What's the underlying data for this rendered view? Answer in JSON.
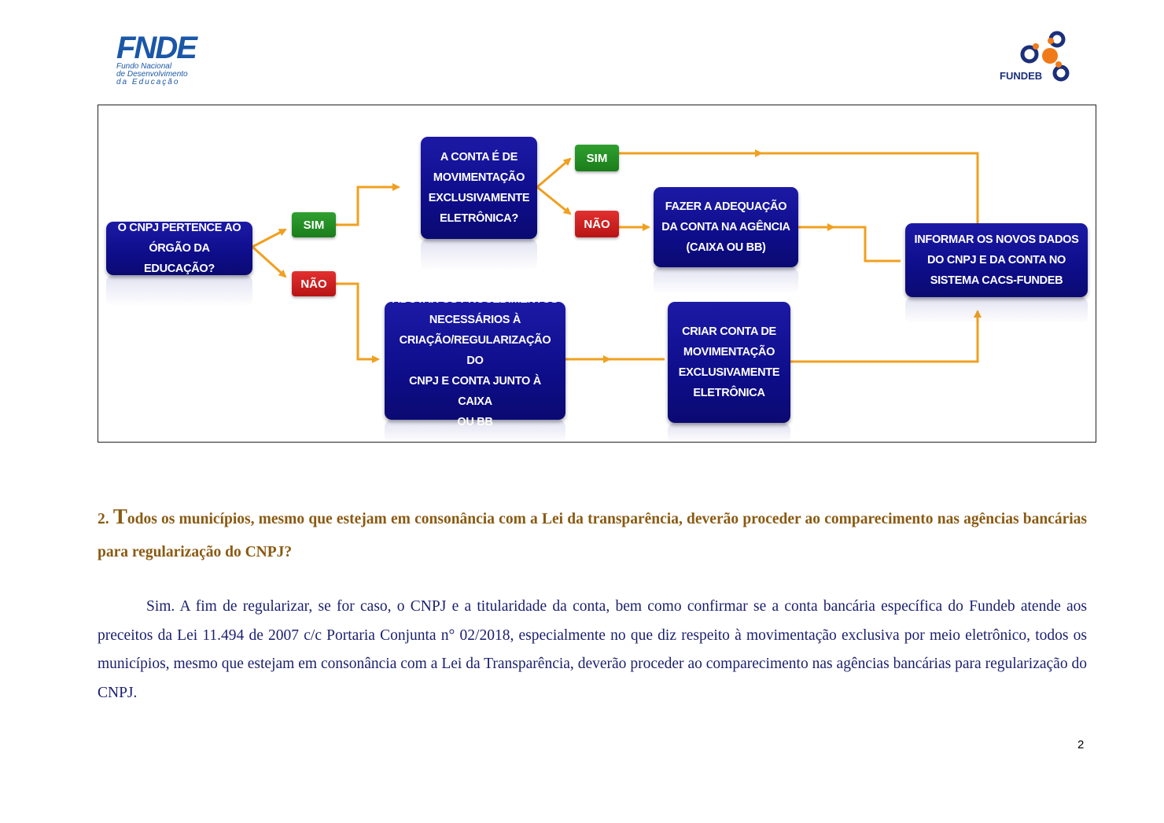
{
  "header": {
    "fnde_logo": {
      "mark": "FNDE",
      "subtitle": [
        "Fundo Nacional",
        "de Desenvolvimento",
        "da  Educação"
      ]
    },
    "fundeb_logo": {
      "text": "FUNDEB"
    }
  },
  "flowchart": {
    "colors": {
      "box": "#0e0d8a",
      "sim": "#1f8a1f",
      "nao": "#c81d1d",
      "arrow": "#f0a020"
    },
    "boxes": {
      "start": "O CNPJ PERTENCE AO\nÓRGÃO DA EDUCAÇÃO?",
      "electronic": "A CONTA É DE\nMOVIMENTAÇÃO\nEXCLUSIVAMENTE\nELETRÔNICA?",
      "adequacao": "FAZER A ADEQUAÇÃO\nDA CONTA NA AGÊNCIA\n(CAIXA OU BB)",
      "informar": "INFORMAR OS NOVOS DADOS\nDO CNPJ E DA CONTA NO\nSISTEMA CACS-FUNDEB",
      "adotar": "ADOTAR OS PROCEDIMENTOS\nNECESSÁRIOS À\nCRIAÇÃO/REGULARIZAÇÃO DO\nCNPJ E CONTA JUNTO À CAIXA\nOU BB",
      "criar": "CRIAR CONTA DE\nMOVIMENTAÇÃO\nEXCLUSIVAMENTE\nELETRÔNICA"
    },
    "tags": {
      "sim_1": "SIM",
      "nao_1": "NÃO",
      "sim_2": "SIM",
      "nao_2": "NÃO"
    }
  },
  "question": {
    "number": "2.",
    "first_letter": "T",
    "text": "odos os municípios, mesmo que estejam em consonância com a Lei da transparência, deverão proceder ao comparecimento nas agências bancárias para regularização do CNPJ?"
  },
  "answer": {
    "text": "Sim. A fim de regularizar, se for caso, o CNPJ e a titularidade da conta, bem como confirmar se a conta bancária específica do Fundeb atende aos preceitos da Lei 11.494 de 2007 c/c Portaria Conjunta n° 02/2018, especialmente no que diz respeito à movimentação exclusiva por meio eletrônico, todos os municípios, mesmo que estejam em consonância com a Lei da Transparência, deverão proceder ao comparecimento nas agências bancárias para regularização do CNPJ."
  },
  "footer": {
    "page_number": "2"
  }
}
